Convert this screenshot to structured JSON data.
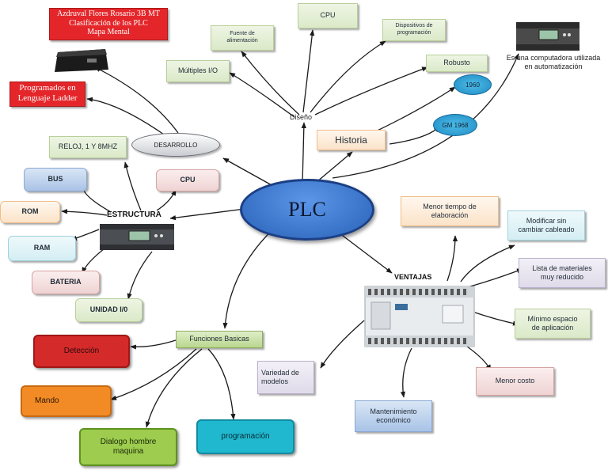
{
  "colors": {
    "center_fill": "#2f6ec8",
    "center_border": "#1c3f84",
    "connector": "#1a1a1a",
    "red_box": "#e4262a",
    "oval_blue": "#2ea3d5"
  },
  "title_box": {
    "line1": "Azdruval Flores Rosario 3B MT",
    "line2": "Clasificación de los PLC",
    "line3": "Mapa Mental"
  },
  "center": {
    "label": "PLC"
  },
  "desarrollo": {
    "label": "DESARROLLO",
    "programados_line1": "Programados en",
    "programados_line2": "Lenguaje Ladder",
    "device_icon": "plc-module-icon"
  },
  "diseno": {
    "label": "Diseño",
    "fuente_line1": "Fuente de",
    "fuente_line2": "alimentación",
    "cpu": "CPU",
    "dispositivos_line1": "Dispositivos de",
    "dispositivos_line2": "programación",
    "multiples": "Múltiples I/O",
    "robusto": "Robusto"
  },
  "historia": {
    "label": "Historia",
    "year1": "1960",
    "year2": "GM 1968"
  },
  "computadora": {
    "line1": "Es una computadora utilizada",
    "line2": "en automatización",
    "device_icon": "plc-logic-module-icon"
  },
  "estructura": {
    "label": "ESTRUCTURA",
    "reloj": "RELOJ, 1 Y 8MHZ",
    "bus": "BUS",
    "cpu": "CPU",
    "rom": "ROM",
    "ram": "RAM",
    "bateria": "BATERIA",
    "unidad": "UNIDAD  I/0",
    "device_icon": "plc-logic-module-icon"
  },
  "ventajas": {
    "label": "VENTAJAS",
    "menor_tiempo_line1": "Menor tiempo de",
    "menor_tiempo_line2": "elaboración",
    "modificar_line1": "Modificar sin",
    "modificar_line2": "cambiar cableado",
    "lista_line1": "Lista de materiales",
    "lista_line2": "muy reducido",
    "minimo_line1": "Mínimo espacio",
    "minimo_line2": "de aplicación",
    "menor_costo": "Menor costo",
    "mantenimiento_line1": "Mantenimiento",
    "mantenimiento_line2": "económico",
    "variedad_line1": "Variedad de",
    "variedad_line2": "modelos",
    "device_icon": "plc-controller-icon"
  },
  "funciones": {
    "label": "Funciones Basicas",
    "deteccion": "Detección",
    "mando": "Mando",
    "dialogo_line1": "Dialogo hombre",
    "dialogo_line2": "maquina",
    "programacion": "programación"
  }
}
